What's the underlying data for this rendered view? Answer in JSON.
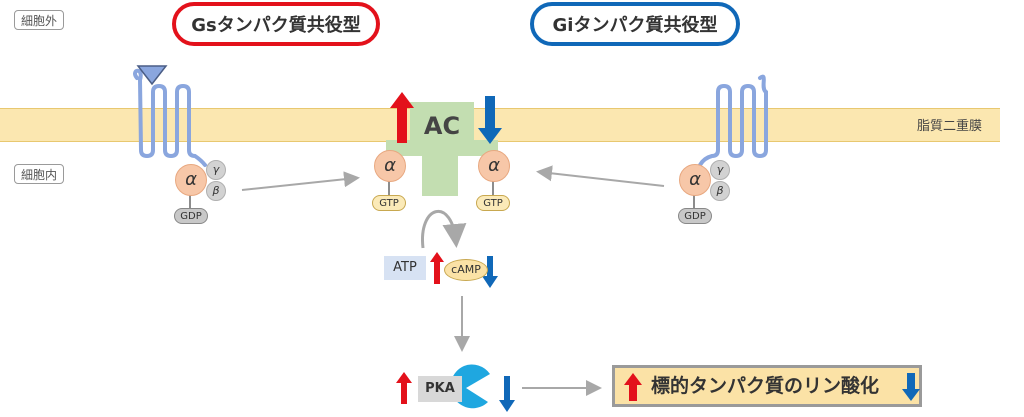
{
  "labels": {
    "extracellular": "細胞外",
    "intracellular": "細胞内",
    "membrane": "脂質二重膜"
  },
  "titles": {
    "gs": "Gsタンパク質共役型",
    "gi": "Giタンパク質共役型"
  },
  "proteins": {
    "ac": "AC",
    "alpha": "α",
    "beta": "β",
    "gamma": "γ",
    "gdp": "GDP",
    "gtp": "GTP",
    "atp": "ATP",
    "camp": "cAMP",
    "pka": "PKA"
  },
  "result": "標的タンパク質のリン酸化",
  "colors": {
    "gs_accent": "#e3111b",
    "gi_accent": "#1068b8",
    "receptor": "#8aa6de",
    "membrane": "#fbe7b0",
    "ac_body": "#c3deb1",
    "pka": "#1fa7e0",
    "arrow_gray": "#a8a8a8"
  }
}
